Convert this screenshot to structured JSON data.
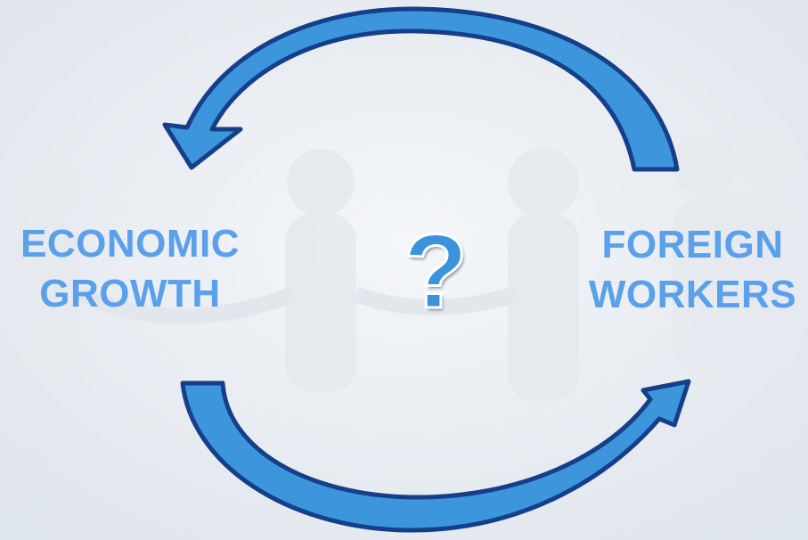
{
  "diagram": {
    "left_label": [
      "ECONOMIC",
      "GROWTH"
    ],
    "right_label": [
      "FOREIGN",
      "WORKERS"
    ],
    "center_symbol": "?",
    "colors": {
      "label_text": "#5aa0ea",
      "arrow_fill": "#3d95dc",
      "arrow_outline": "#163f8a",
      "question_fill": "#3b93dc",
      "background": "#eef1f5"
    }
  }
}
